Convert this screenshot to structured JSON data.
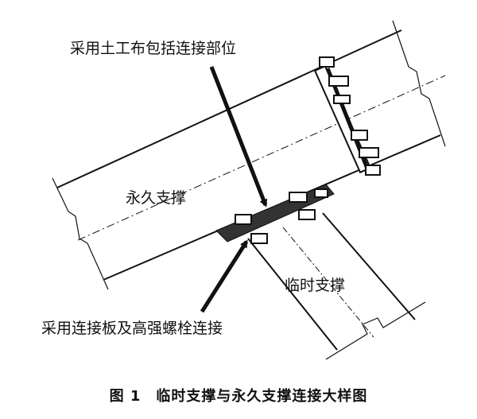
{
  "labels": {
    "geotextile_note": "采用土工布包括连接部位",
    "permanent_brace": "永久支撑",
    "temporary_brace": "临时支撑",
    "bolt_note": "采用连接板及高强螺栓连接"
  },
  "caption": "图 1　临时支撑与永久支撑连接大样图",
  "colors": {
    "ink": "#111111",
    "paper": "#ffffff"
  }
}
